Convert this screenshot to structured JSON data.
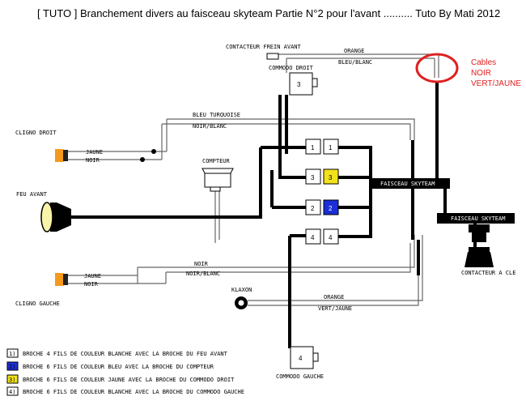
{
  "title": "[ TUTO ] Branchement divers au faisceau skyteam Partie N°2 pour l'avant .......... Tuto By Mati 2012",
  "annotation": {
    "lines": [
      "Cables",
      "NOIR",
      "VERT/JAUNE"
    ],
    "color": "#e02020"
  },
  "components": {
    "contacteur_frein": "CONTACTEUR FREIN AVANT",
    "commodo_droit": "COMMODO DROIT",
    "cligno_droit": "CLIGNO DROIT",
    "compteur": "COMPTEUR",
    "feu_avant": "FEU AVANT",
    "cligno_gauche": "CLIGNO GAUCHE",
    "klaxon": "KLAXON",
    "commodo_gauche": "COMMODO GAUCHE",
    "contacteur_cle": "CONTACTEUR A CLE",
    "faisceau_1": "FAISCEAU SKYTEAM",
    "faisceau_2": "FAISCEAU SKYTEAM"
  },
  "wires": {
    "orange_top": "ORANGE",
    "bleu_blanc": "BLEU/BLANC",
    "bleu_turquoise": "BLEU TURQUOISE",
    "noir_blanc_top": "NOIR/BLANC",
    "jaune_d": "JAUNE",
    "noir_d": "NOIR",
    "noir_bottom": "NOIR",
    "noir_blanc_bottom": "NOIR/BLANC",
    "jaune_g": "JAUNE",
    "noir_g": "NOIR",
    "orange_bottom": "ORANGE",
    "vert_jaune": "VERT/JAUNE"
  },
  "connectors": [
    {
      "left": "1",
      "right": "1",
      "right_color": "#ffffff"
    },
    {
      "left": "3",
      "right": "3",
      "right_color": "#f2e21a"
    },
    {
      "left": "2",
      "right": "2",
      "right_color": "#1a2fd6"
    },
    {
      "left": "4",
      "right": "4",
      "right_color": "#ffffff"
    }
  ],
  "commodo_droit_num": "3",
  "commodo_gauche_num": "4",
  "legend": [
    {
      "num": "1)",
      "color": "#ffffff",
      "text": "BROCHE 4 FILS DE COULEUR BLANCHE AVEC LA BROCHE DU FEU AVANT"
    },
    {
      "num": "2)",
      "color": "#1a2fd6",
      "text": "BROCHE 6 FILS DE COULEUR BLEU AVEC LA BROCHE DU COMPTEUR"
    },
    {
      "num": "3)",
      "color": "#f2e21a",
      "text": "BROCHE 6 FILS DE COULEUR JAUNE AVEC LA BROCHE DU COMMODO DROIT"
    },
    {
      "num": "4)",
      "color": "#ffffff",
      "text": "BROCHE 6 FILS DE COULEUR BLANCHE AVEC LA BROCHE DU COMMODO GAUCHE"
    }
  ]
}
